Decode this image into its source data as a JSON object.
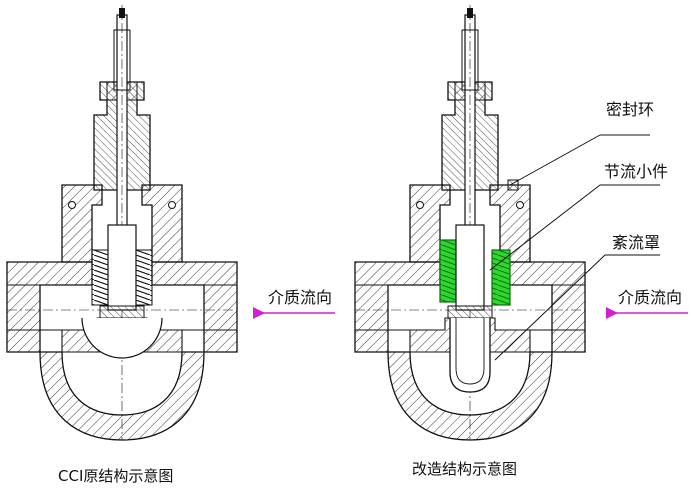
{
  "captions": {
    "left": "CCI原结构示意图",
    "right": "改造结构示意图"
  },
  "labels": {
    "seal_ring": "密封环",
    "throttle_part": "节流小件",
    "cage": "紊流罩",
    "flow_direction_left": "介质流向",
    "flow_direction_right": "介质流向"
  },
  "colors": {
    "line": "#111111",
    "hatch": "#222222",
    "flow_arrow": "#d020d0",
    "throttle_fill": "#2fd62f",
    "throttle_outline": "#0a6e0a"
  }
}
